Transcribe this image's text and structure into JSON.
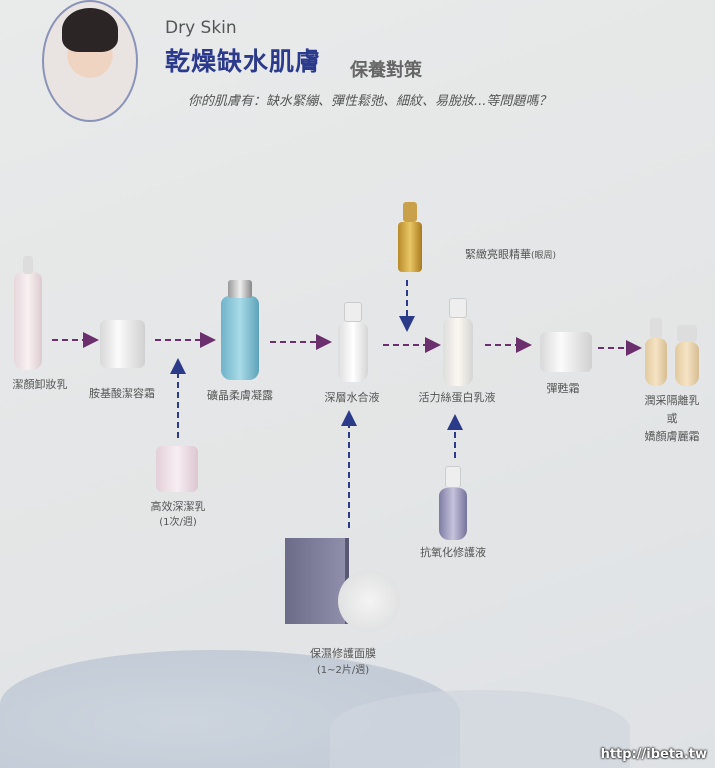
{
  "header": {
    "subtitle_en": "Dry Skin",
    "title": "乾燥缺水肌膚",
    "title_suffix": "保養對策",
    "question": "你的肌膚有：缺水緊繃、彈性鬆弛、細紋、易脫妝...等問題嗎？"
  },
  "steps": [
    {
      "label": "潔顏卸妝乳"
    },
    {
      "label": "胺基酸潔容霜"
    },
    {
      "label": "礦晶柔膚凝露"
    },
    {
      "label": "深層水合液"
    },
    {
      "label": "活力絲蛋白乳液"
    },
    {
      "label": "彈甦霜"
    },
    {
      "label": "潤采隔離乳",
      "or": "或",
      "alt": "嬌顏膚麗霜"
    }
  ],
  "extras": {
    "eye": {
      "label": "緊緻亮眼精華",
      "note": "(眼周)"
    },
    "deep_cleanse": {
      "label": "高效深潔乳",
      "note": "(1次/週)"
    },
    "antioxidant": {
      "label": "抗氧化修護液"
    },
    "mask": {
      "label": "保濕修護面膜",
      "note": "(1~2片/週)"
    }
  },
  "watermark": "http://ibeta.tw",
  "colors": {
    "title": "#2b3a8c",
    "arrow_main": "#6b2f6e",
    "arrow_extra": "#2c3a8a"
  }
}
